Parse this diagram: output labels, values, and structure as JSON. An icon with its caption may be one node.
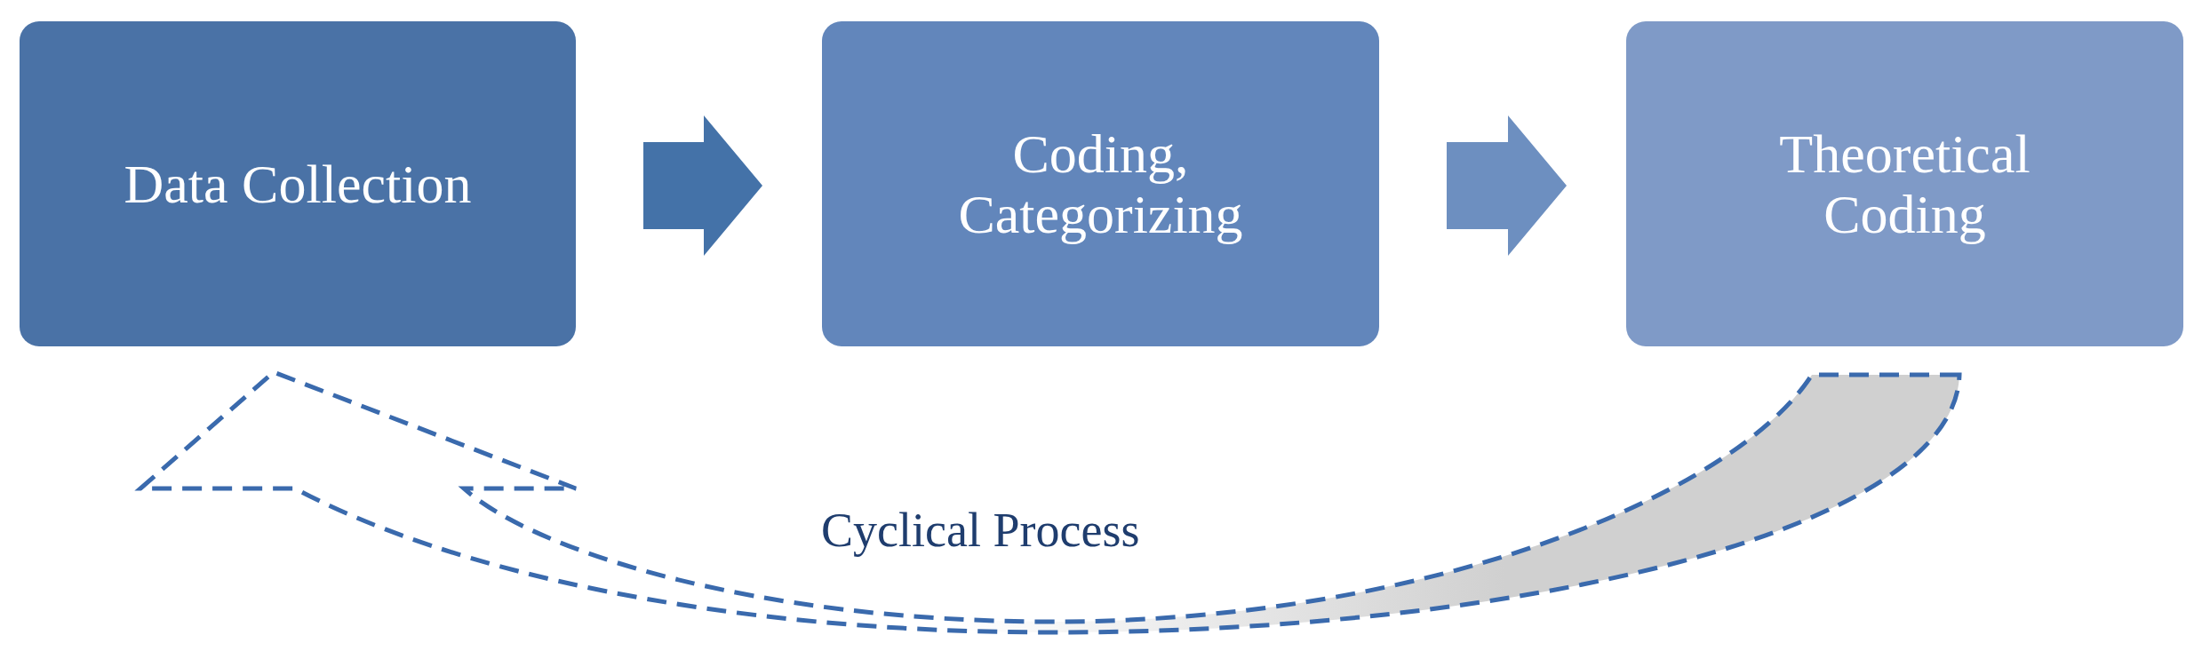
{
  "diagram": {
    "nodes": [
      {
        "text": [
          "Data Collection"
        ]
      },
      {
        "text": [
          "Coding, Categorizing"
        ]
      },
      {
        "text": [
          "Theoretical Coding"
        ]
      }
    ],
    "edges": [
      {
        "from": 0,
        "to": 1,
        "arrow": "to"
      },
      {
        "from": 1,
        "to": 2,
        "arrow": "to"
      },
      {
        "from": 2,
        "to": 0,
        "arrow": "to",
        "label": "Cyclical Process",
        "style": "dashed"
      }
    ]
  }
}
